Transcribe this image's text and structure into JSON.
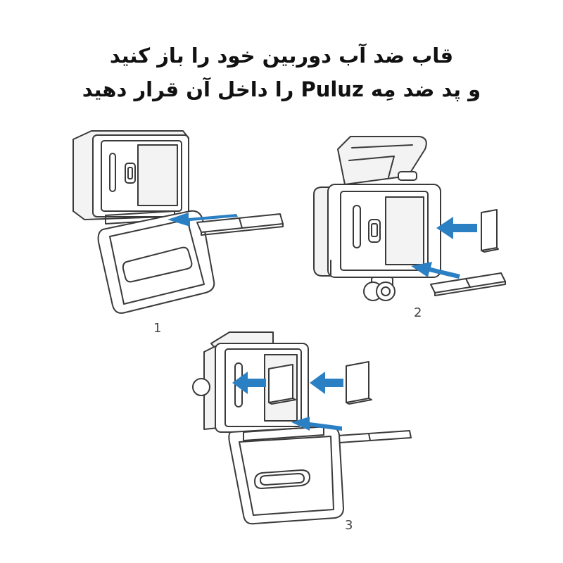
{
  "title": {
    "line1": "قاب ضد آب دوربین خود را باز کنید",
    "line2": "و پد ضد مِه Puluz را داخل آن قرار دهید"
  },
  "steps": [
    {
      "number": "1"
    },
    {
      "number": "2"
    },
    {
      "number": "3"
    }
  ],
  "colors": {
    "arrow": "#2b7fc3",
    "line": "#3a3a3a",
    "fill_light": "#efefef"
  }
}
